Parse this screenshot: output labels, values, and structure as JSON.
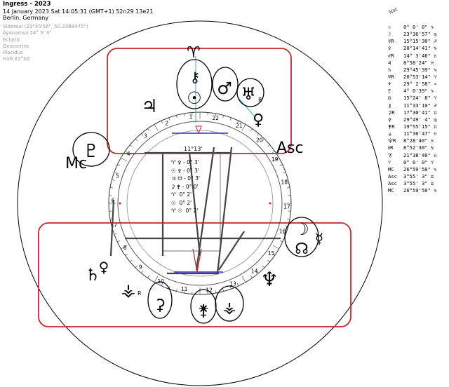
{
  "header": {
    "title": "Ingress - 2023",
    "datetime": "14 January 2023  Sat  14:05:31 (GMT+1) 52n29  13e21",
    "location": "Berlin, Germany"
  },
  "settings": [
    "Sidereal (23°45'56\", 50.2388475\")",
    "Ayanamsa 24° 5' 3\"",
    "Ecliptic",
    "Geocentric",
    "Placidus",
    "H16  22°30'"
  ],
  "planet_list": {
    "header": "Nat",
    "rows": [
      {
        "sym": "☉",
        "pos": "0° 0' 0\" ♑"
      },
      {
        "sym": "☽",
        "pos": "23°36'57\" ♍"
      },
      {
        "sym": "☿R",
        "pos": "15°15'30\" ♐"
      },
      {
        "sym": "♀",
        "pos": "20°14'41\" ♑"
      },
      {
        "sym": "♂R",
        "pos": "14° 3'46\" ♉"
      },
      {
        "sym": "♃",
        "pos": "8°58'24\" ♓"
      },
      {
        "sym": "♄",
        "pos": "29°45'39\" ♑"
      },
      {
        "sym": "♅R",
        "pos": "20°53'14\" ♈"
      },
      {
        "sym": "♆",
        "pos": "29° 2'58\" ♒"
      },
      {
        "sym": "♇",
        "pos": "4° 0'39\" ♑"
      },
      {
        "sym": "☊",
        "pos": "15°24' 8\" ♈"
      },
      {
        "sym": "⚷",
        "pos": "11°33'10\" ♐"
      },
      {
        "sym": "⚳R",
        "pos": "17°30'41\" ♊"
      },
      {
        "sym": "⚴",
        "pos": "29°49' 4\" ♍"
      },
      {
        "sym": "⚵R",
        "pos": "19°55'15\" ♊"
      },
      {
        "sym": "⚶",
        "pos": "11°36'47\" ♎"
      },
      {
        "sym": "⯓R",
        "pos": "8°28'40\" ♉"
      },
      {
        "sym": "⯒R",
        "pos": "8°52'30\" ♋"
      },
      {
        "sym": "⯔",
        "pos": "21°38'40\" ♎"
      },
      {
        "sym": "♈",
        "pos": "0° 0' 0\" ♈"
      },
      {
        "sym": "MC",
        "pos": "26°59'50\" ♑"
      },
      {
        "sym": "Asc",
        "pos": "3°55' 3\" ♊"
      },
      {
        "sym": "Asc",
        "pos": "3°55' 3\" ♊"
      },
      {
        "sym": "MC",
        "pos": "26°59'50\" ♑"
      }
    ]
  },
  "chart": {
    "house_numbers": [
      "1",
      "2",
      "3",
      "4",
      "5",
      "6",
      "7",
      "8",
      "9",
      "10",
      "11",
      "12",
      "13",
      "14",
      "15",
      "16",
      "17",
      "18",
      "19",
      "20",
      "21",
      "22"
    ],
    "center_angle": "11°13'",
    "aspect_table": [
      "♈ ⚴ - 0° 3'",
      "☉ ⚴ - 0° 3'",
      "♃ ☋ - 0° 3'",
      "⚳ ⚵ - 0° 0'",
      "♈  0° 2'",
      "☉  0° 2'",
      "♈ ☉  0° 2'"
    ],
    "labels": {
      "asc": "Asc",
      "mc": "Mc",
      "r": "R"
    },
    "highlight_color": "#c4262e",
    "accent_blue": "#2f2fd0"
  }
}
